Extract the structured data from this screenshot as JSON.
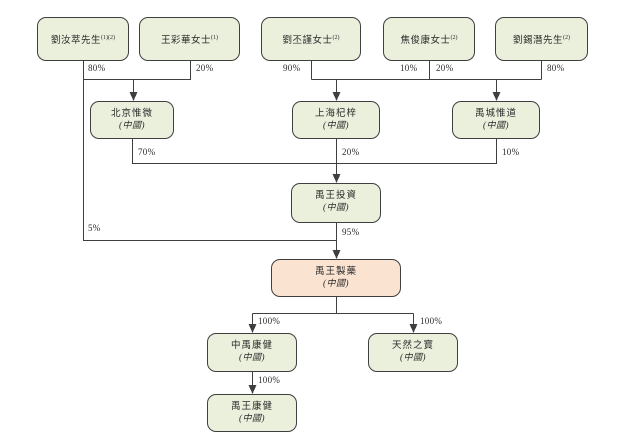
{
  "diagram": {
    "kind": "shareholding-structure-chart",
    "region_note": "(中國)"
  },
  "colors": {
    "background": "#ffffff",
    "node_fill_green": "#eaf0dc",
    "node_fill_highlight": "#fbe3d1",
    "line": "#3f3f3f",
    "text": "#2b2b2b"
  },
  "nodes": {
    "p1": {
      "name": "劉汝萃先生",
      "note": "(1)(2)"
    },
    "p2": {
      "name": "王彩華女士",
      "note": "(1)"
    },
    "p3": {
      "name": "劉丕謹女士",
      "note": "(2)"
    },
    "p4": {
      "name": "焦俊康女士",
      "note": "(2)"
    },
    "p5": {
      "name": "劉錫潛先生",
      "note": "(2)"
    },
    "c1": {
      "name": "北京惟微",
      "sub": "(中國)"
    },
    "c2": {
      "name": "上海杞梓",
      "sub": "(中國)"
    },
    "c3": {
      "name": "禹城惟道",
      "sub": "(中國)"
    },
    "c4": {
      "name": "禹王投資",
      "sub": "(中國)"
    },
    "c5": {
      "name": "禹王製藥",
      "sub": "(中國)"
    },
    "c6": {
      "name": "中禹康健",
      "sub": "(中國)"
    },
    "c7": {
      "name": "天然之寶",
      "sub": "(中國)"
    },
    "c8": {
      "name": "禹王康健",
      "sub": "(中國)"
    }
  },
  "labels": {
    "pct_80a": "80%",
    "pct_20a": "20%",
    "pct_90": "90%",
    "pct_10a": "10%",
    "pct_20b": "20%",
    "pct_80b": "80%",
    "pct_70": "70%",
    "pct_20c": "20%",
    "pct_10b": "10%",
    "pct_5": "5%",
    "pct_95": "95%",
    "pct_100a": "100%",
    "pct_100b": "100%",
    "pct_100c": "100%"
  }
}
